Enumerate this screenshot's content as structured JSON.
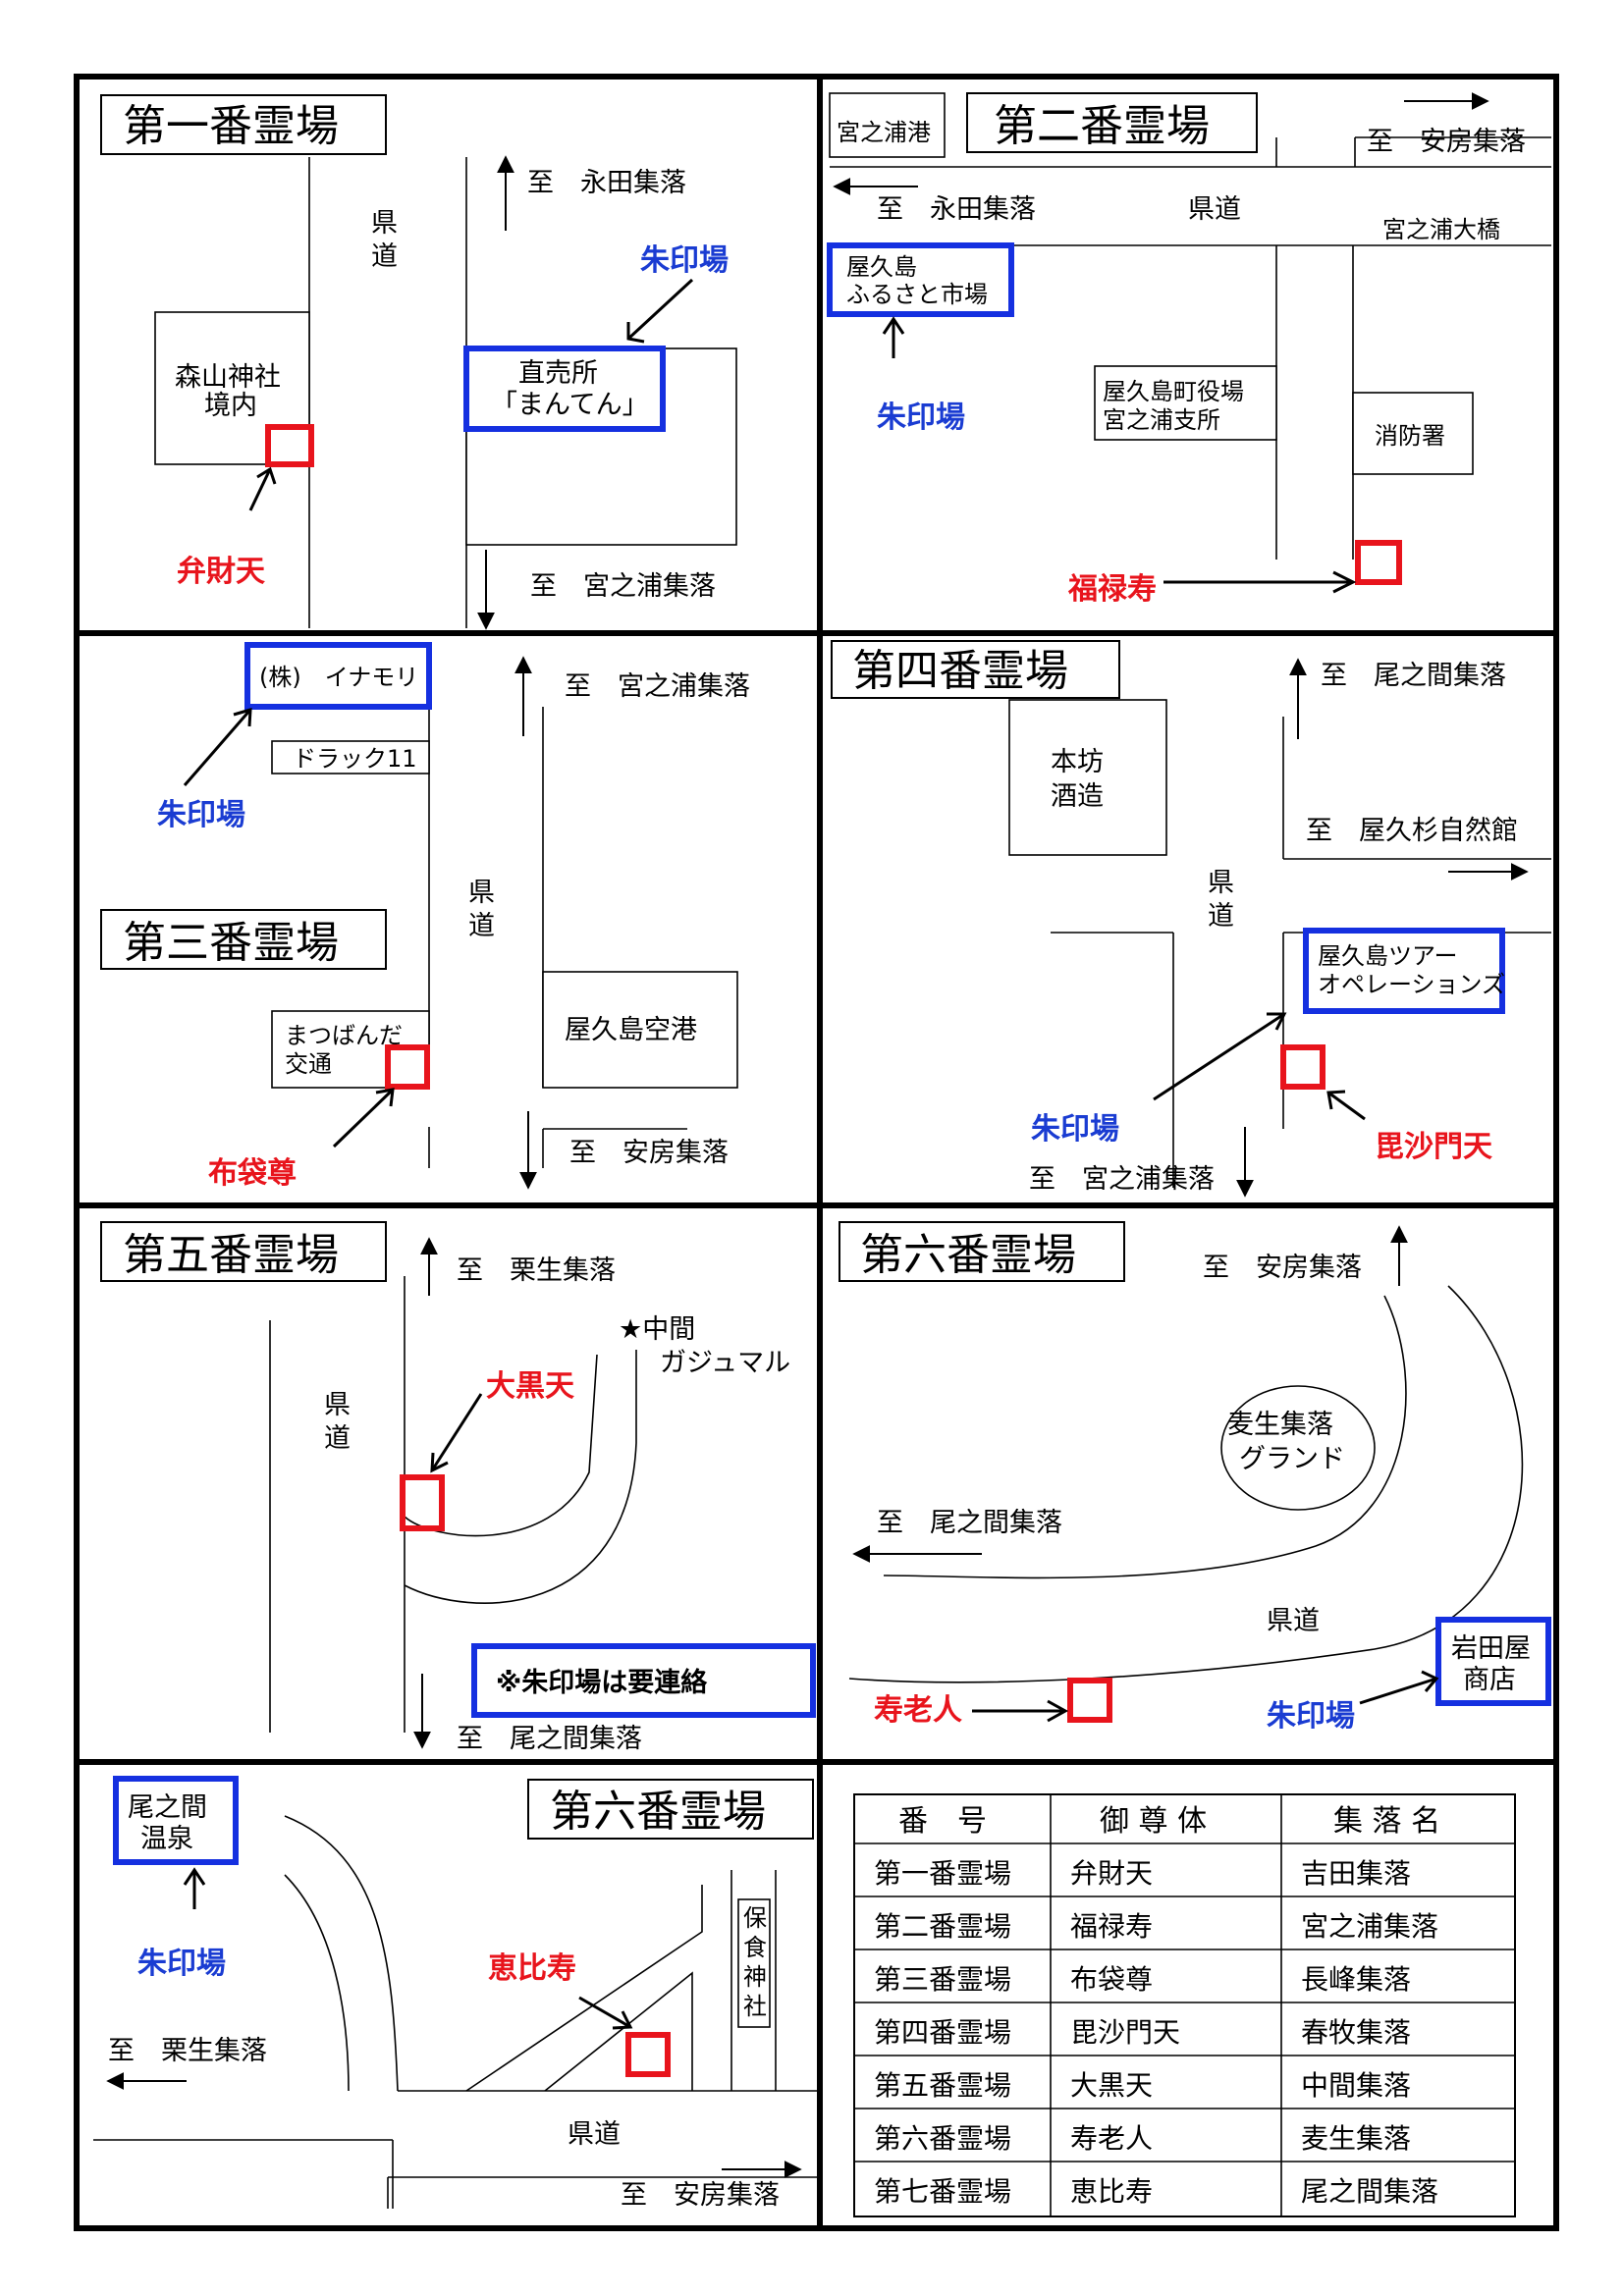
{
  "panel1": {
    "title": "第一番霊場",
    "road_label": "県道",
    "to_north": "至　永田集落",
    "to_south": "至　宮之浦集落",
    "shrine_line1": "森山神社",
    "shrine_line2": "境内",
    "shop_line1": "直売所",
    "shop_line2": "「まんてん」",
    "stamp": "朱印場",
    "deity": "弁財天"
  },
  "panel2": {
    "title": "第二番霊場",
    "port": "宮之浦港",
    "to_east": "至　安房集落",
    "to_west": "至　永田集落",
    "road_label": "県道",
    "bridge": "宮之浦大橋",
    "market_line1": "屋久島",
    "market_line2": "ふるさと市場",
    "office_line1": "屋久島町役場",
    "office_line2": "宮之浦支所",
    "fire": "消防署",
    "stamp": "朱印場",
    "deity": "福禄寿"
  },
  "panel3": {
    "title": "第三番霊場",
    "company": "(株)　イナモリ",
    "drug": "ドラック11",
    "to_north": "至　宮之浦集落",
    "road_label": "県道",
    "airport": "屋久島空港",
    "taxi_line1": "まつばんだ",
    "taxi_line2": "交通",
    "to_south": "至　安房集落",
    "stamp": "朱印場",
    "deity": "布袋尊"
  },
  "panel4": {
    "title": "第四番霊場",
    "brewery_line1": "本坊",
    "brewery_line2": "酒造",
    "to_north": "至　尾之間集落",
    "to_east": "至　屋久杉自然館",
    "road_label": "県道",
    "tour_line1": "屋久島ツアー",
    "tour_line2": "オペレーションズ",
    "stamp": "朱印場",
    "deity": "毘沙門天",
    "to_south": "至　宮之浦集落"
  },
  "panel5": {
    "title": "第五番霊場",
    "to_north": "至　栗生集落",
    "tree_line1": "★中間",
    "tree_line2": "ガジュマル",
    "deity": "大黒天",
    "road_label": "県道",
    "notice": "※朱印場は要連絡",
    "to_south": "至　尾之間集落"
  },
  "panel6": {
    "title": "第六番霊場",
    "to_north": "至　安房集落",
    "ground_line1": "麦生集落",
    "ground_line2": "グランド",
    "to_west": "至　尾之間集落",
    "road_label": "県道",
    "store_line1": "岩田屋",
    "store_line2": "商店",
    "deity": "寿老人",
    "stamp": "朱印場"
  },
  "panel7": {
    "title": "第六番霊場",
    "onsen_line1": "尾之間",
    "onsen_line2": "温泉",
    "stamp": "朱印場",
    "to_west": "至　栗生集落",
    "deity": "恵比寿",
    "shrine_chars": [
      "保",
      "食",
      "神",
      "社"
    ],
    "road_label": "県道",
    "to_east": "至　安房集落"
  },
  "table": {
    "headers": [
      "番　号",
      "御 尊 体",
      "集 落 名"
    ],
    "rows": [
      [
        "第一番霊場",
        "弁財天",
        "吉田集落"
      ],
      [
        "第二番霊場",
        "福禄寿",
        "宮之浦集落"
      ],
      [
        "第三番霊場",
        "布袋尊",
        "長峰集落"
      ],
      [
        "第四番霊場",
        "毘沙門天",
        "春牧集落"
      ],
      [
        "第五番霊場",
        "大黒天",
        "中間集落"
      ],
      [
        "第六番霊場",
        "寿老人",
        "麦生集落"
      ],
      [
        "第七番霊場",
        "恵比寿",
        "尾之間集落"
      ]
    ]
  }
}
